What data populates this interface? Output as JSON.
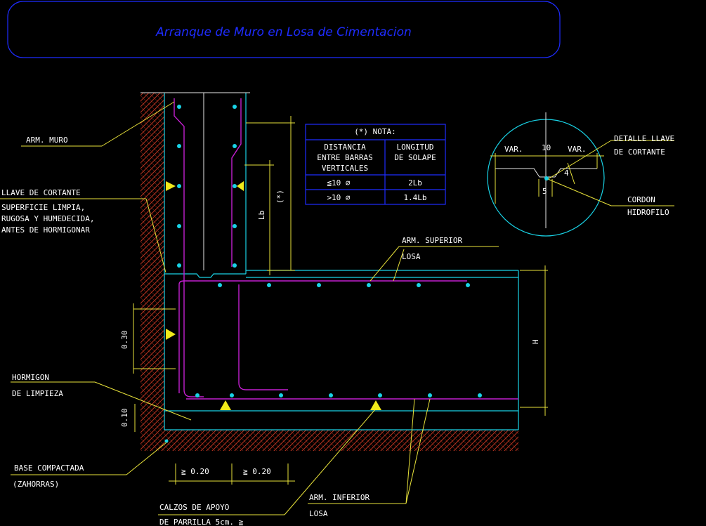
{
  "title": "Arranque de Muro en Losa de Cimentacion",
  "note_table": {
    "header": "(*) NOTA:",
    "col1_header": [
      "DISTANCIA",
      "ENTRE BARRAS",
      "VERTICALES"
    ],
    "col2_header": [
      "LONGITUD",
      "DE SOLAPE"
    ],
    "rows": [
      {
        "distance": "≦10 ∅",
        "length": "2Lb"
      },
      {
        "distance": ">10 ∅",
        "length": "1.4Lb"
      }
    ]
  },
  "detail": {
    "title": [
      "DETALLE LLAVE",
      "DE CORTANTE"
    ],
    "var_left": "VAR.",
    "ten": "10",
    "var_right": "VAR.",
    "four": "4",
    "five": "5",
    "cordon": [
      "CORDON",
      "HIDROFILO"
    ]
  },
  "labels": {
    "arm_muro": "ARM. MURO",
    "llave": [
      "LLAVE DE CORTANTE",
      "SUPERFICIE LIMPIA,",
      "RUGOSA Y HUMEDECIDA,",
      "ANTES DE HORMIGONAR"
    ],
    "arm_superior": [
      "ARM. SUPERIOR",
      "LOSA"
    ],
    "hormigon": [
      "HORMIGON",
      "DE LIMPIEZA"
    ],
    "base": [
      "BASE COMPACTADA",
      "(ZAHORRAS)"
    ],
    "calzos": [
      "CALZOS DE APOYO",
      "DE PARRILLA 5cm. ≧"
    ],
    "arm_inferior": [
      "ARM. INFERIOR",
      "LOSA"
    ]
  },
  "dimensions": {
    "lb": "Lb",
    "star": "(*)",
    "h": "H",
    "d030": "0.30",
    "d010": "0.10",
    "d020_a": "≧  0.20",
    "d020_b": "≧  0.20"
  }
}
